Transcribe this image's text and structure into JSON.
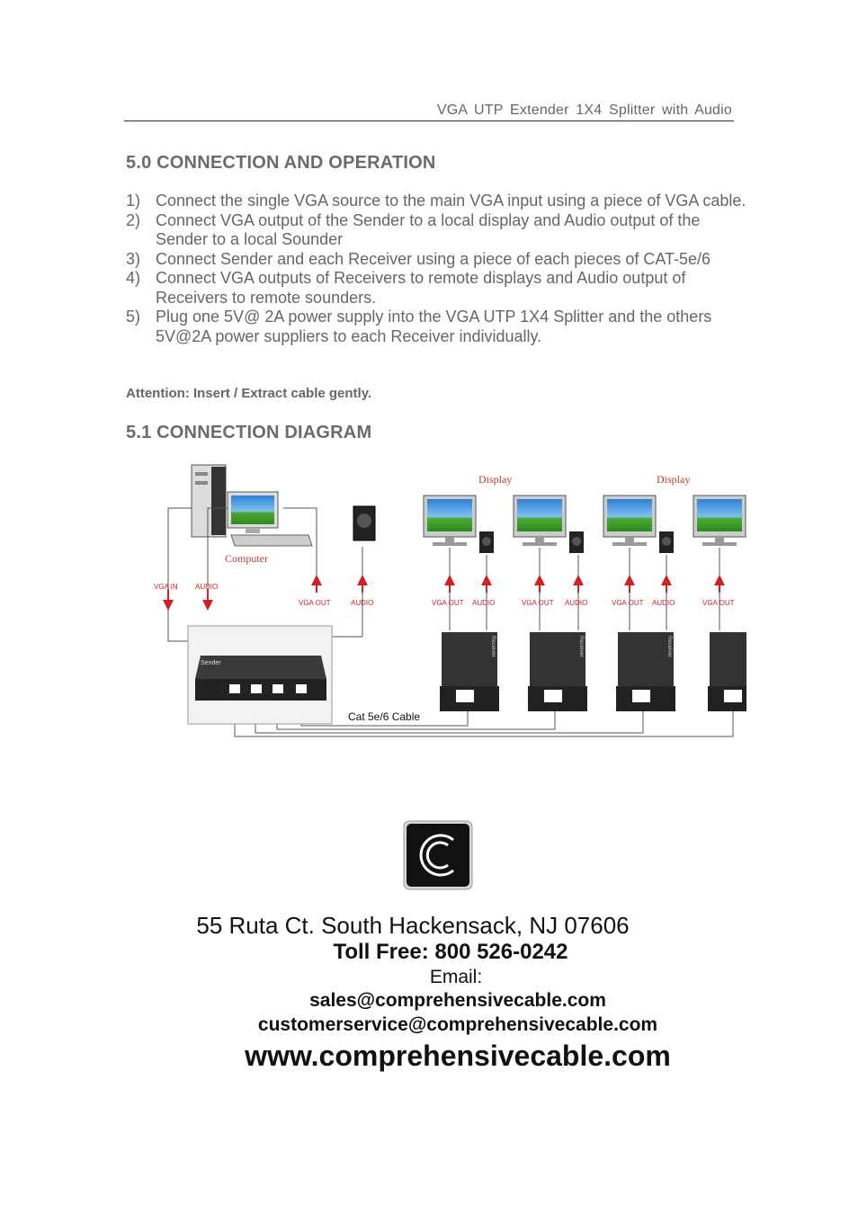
{
  "header": {
    "title": "VGA  UTP  Extender  1X4  Splitter  with  Audio"
  },
  "section1": {
    "title": "5.0 CONNECTION AND OPERATION",
    "steps": [
      {
        "num": "1)",
        "text": "Connect the single VGA source to the main VGA input using a piece of VGA cable."
      },
      {
        "num": "2)",
        "text": "Connect VGA output of the Sender to a local display and Audio output of the Sender to a local Sounder"
      },
      {
        "num": "3)",
        "text": "Connect Sender and each Receiver using a piece of each pieces of CAT-5e/6"
      },
      {
        "num": "4)",
        "text": "Connect VGA outputs of Receivers to remote displays and Audio output of Receivers to remote sounders."
      },
      {
        "num": "5)",
        "text": "Plug one 5V@ 2A power supply into the VGA UTP 1X4 Splitter and the others 5V@2A power suppliers to each Receiver individually."
      }
    ],
    "attention": "Attention: Insert / Extract cable gently."
  },
  "section2": {
    "title": "5.1 CONNECTION DIAGRAM"
  },
  "diagram": {
    "computer_label": "Computer",
    "display_label": "Display",
    "vga_in": "VGA IN",
    "audio": "AUDIO",
    "vga_out": "VGA OUT",
    "cable_label": "Cat 5e/6 Cable",
    "sender_label": "Sender",
    "receiver_label": "Receiver",
    "colors": {
      "red": "#d22020",
      "line": "#555555",
      "device": "#2b2b2b"
    }
  },
  "contact": {
    "address": "55 Ruta Ct. South Hackensack, NJ 07606",
    "toll_free": "Toll Free: 800 526-0242",
    "email_label": "Email:",
    "email_sales": "sales@comprehensivecable.com",
    "email_service": "customerservice@comprehensivecable.com",
    "website": "www.comprehensivecable.com"
  }
}
